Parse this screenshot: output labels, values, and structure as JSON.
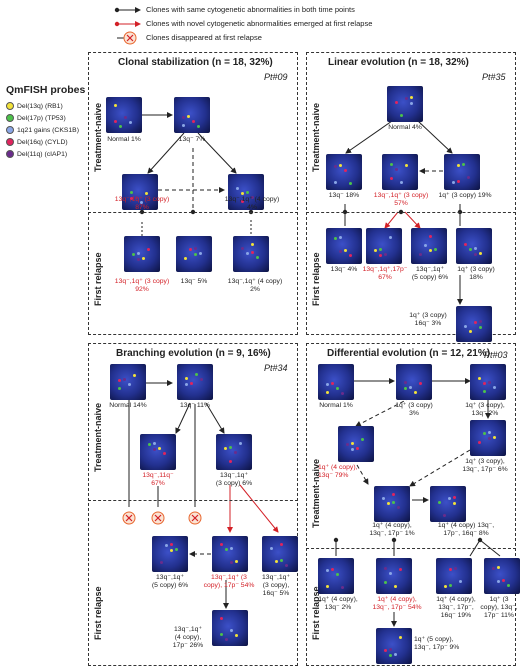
{
  "legend": {
    "same": "Clones with same cytogenetic abnormalities in both time points",
    "novel": "Clones with novel cytogenetic abnormalities emerged at first relapse",
    "disappeared": "Clones disappeared at first relapse"
  },
  "probes": {
    "title": "QmFISH probes",
    "items": [
      {
        "label": "Del(13q) (RB1)",
        "color": "#f2e23a"
      },
      {
        "label": "Del(17p) (TP53)",
        "color": "#4cc24a"
      },
      {
        "label": "1q21 gains (CKS1B)",
        "color": "#8aa6e6"
      },
      {
        "label": "Del(16q) (CYLD)",
        "color": "#e0245e"
      },
      {
        "label": "Del(11q) (cIAP1)",
        "color": "#6a2c8c"
      }
    ]
  },
  "colors": {
    "red": "#d32027",
    "black": "#222222",
    "orange": "#e8672f"
  },
  "side_labels": {
    "naive": "Treatment-naive",
    "relapse": "First relapse"
  },
  "panels": [
    {
      "title": "Clonal stabilization (n = 18, 32%)",
      "patient": "Pt#09",
      "clones": [
        "Normal 1%",
        "13q⁻ 7%",
        "13q⁻,1q⁺ (3 copy)\n87%",
        "13q⁻,1q⁺ (4 copy)\n4%",
        "13q⁻,1q⁺ (3 copy)\n92%",
        "13q⁻ 5%",
        "13q⁻,1q⁺ (4 copy)\n2%"
      ]
    },
    {
      "title": "Linear evolution (n = 18, 32%)",
      "patient": "Pt#35",
      "clones": [
        "Normal 4%",
        "13q⁻ 18%",
        "13q⁻,1q⁺ (3 copy)\n57%",
        "1q⁺ (3 copy) 19%",
        "13q⁻ 4%",
        "13q⁻,1q⁺,17p⁻\n67%",
        "13q⁻,1q⁺\n(5 copy) 6%",
        "1q⁺ (3 copy)\n18%",
        "1q⁺ (3 copy)\n16q⁻ 3%"
      ]
    },
    {
      "title": "Branching evolution (n = 9, 16%)",
      "patient": "Pt#34",
      "clones": [
        "Normal 14%",
        "13q⁻ 11%",
        "13q⁻,11q⁻\n67%",
        "13q⁻,1q⁺\n(3 copy) 6%",
        "13q⁻,1q⁺\n(5 copy) 6%",
        "13q⁻,1q⁺ (3\ncopy), 17p⁻ 54%",
        "13q⁻,1q⁺\n(3 copy),\n16q⁻ 5%",
        "13q⁻,1q⁺\n(4 copy),\n17p⁻ 26%"
      ]
    },
    {
      "title": "Differential evolution (n = 12, 21%)",
      "patient": "Pt#03",
      "clones": [
        "Normal 1%",
        "1q⁺ (3 copy)\n3%",
        "1q⁺ (3 copy),\n13q⁻ 2%",
        "1q⁺ (4 copy),\n13q⁻ 79%",
        "1q⁺ (3 copy),\n13q⁻, 17p⁻ 6%",
        "1q⁺ (4 copy),\n13q⁻, 17p⁻ 1%",
        "1q⁺ (4 copy) 13q⁻,\n17p⁻, 16q⁻ 8%",
        "1q⁺ (4 copy),\n13q⁻ 2%",
        "1q⁺ (4 copy),\n13q⁻, 17p⁻ 54%",
        "1q⁺ (4 copy),\n13q⁻, 17p⁻,\n16q⁻ 19%",
        "1q⁺ (3\ncopy), 13q⁻,\n17p⁻ 11%",
        "1q⁺ (5 copy),\n13q⁻, 17p⁻ 9%"
      ]
    }
  ]
}
